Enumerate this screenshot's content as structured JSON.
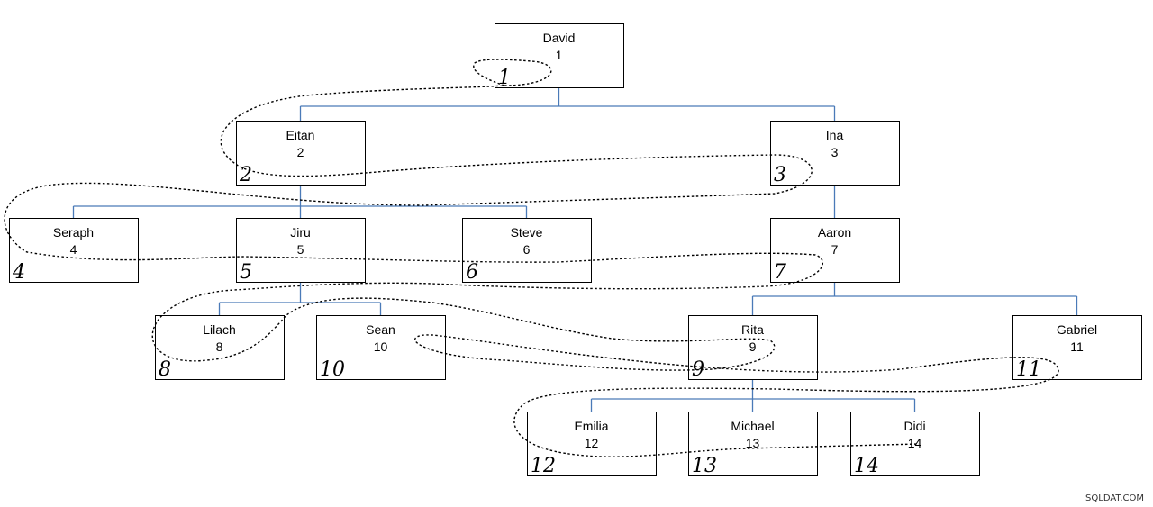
{
  "nodes": [
    {
      "name": "David",
      "id": "1",
      "mark": "1"
    },
    {
      "name": "Eitan",
      "id": "2",
      "mark": "2"
    },
    {
      "name": "Ina",
      "id": "3",
      "mark": "3"
    },
    {
      "name": "Seraph",
      "id": "4",
      "mark": "4"
    },
    {
      "name": "Jiru",
      "id": "5",
      "mark": "5"
    },
    {
      "name": "Steve",
      "id": "6",
      "mark": "6"
    },
    {
      "name": "Aaron",
      "id": "7",
      "mark": "7"
    },
    {
      "name": "Lilach",
      "id": "8",
      "mark": "8"
    },
    {
      "name": "Sean",
      "id": "10",
      "mark": "10"
    },
    {
      "name": "Rita",
      "id": "9",
      "mark": "9"
    },
    {
      "name": "Gabriel",
      "id": "11",
      "mark": "11"
    },
    {
      "name": "Emilia",
      "id": "12",
      "mark": "12"
    },
    {
      "name": "Michael",
      "id": "13",
      "mark": "13"
    },
    {
      "name": "Didi",
      "id": "14",
      "mark": "14"
    }
  ],
  "edges": [
    [
      "1",
      "2"
    ],
    [
      "1",
      "3"
    ],
    [
      "2",
      "4"
    ],
    [
      "2",
      "5"
    ],
    [
      "2",
      "6"
    ],
    [
      "3",
      "7"
    ],
    [
      "5",
      "8"
    ],
    [
      "5",
      "10"
    ],
    [
      "7",
      "9"
    ],
    [
      "7",
      "11"
    ],
    [
      "9",
      "12"
    ],
    [
      "9",
      "13"
    ],
    [
      "9",
      "14"
    ]
  ],
  "colors": {
    "connector": "#4a7ab8",
    "box_border": "#000000",
    "traversal_line": "#000000"
  },
  "watermark": "SQLDAT.COM"
}
